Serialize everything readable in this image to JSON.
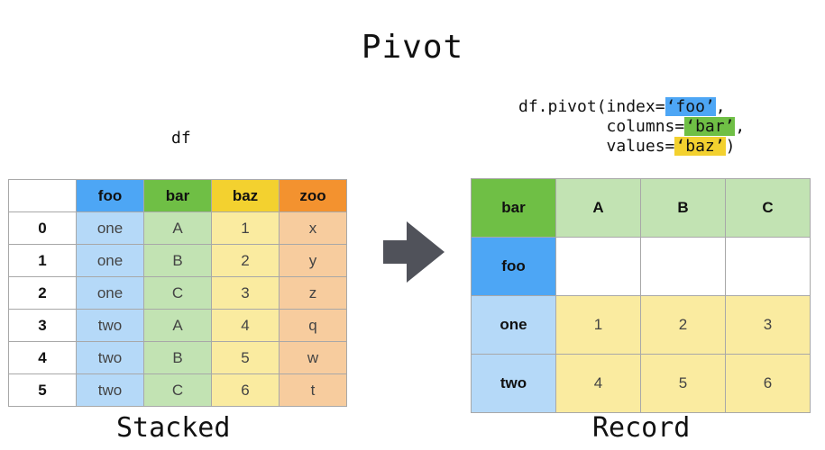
{
  "title": "Pivot",
  "df_label": "df",
  "code": {
    "line1_prefix": "df.pivot(index=",
    "index_val": "‘foo’",
    "line1_suffix": ",",
    "line2_prefix": "         columns=",
    "columns_val": "‘bar’",
    "line2_suffix": ",",
    "line3_prefix": "         values=",
    "values_val": "‘baz’",
    "line3_suffix": ")"
  },
  "colors": {
    "foo": "#4da6f5",
    "bar": "#6fbf45",
    "baz": "#f3d12f",
    "zoo": "#f3922f"
  },
  "left_table": {
    "columns": [
      "foo",
      "bar",
      "baz",
      "zoo"
    ],
    "rows": [
      {
        "index": "0",
        "cells": [
          "one",
          "A",
          "1",
          "x"
        ]
      },
      {
        "index": "1",
        "cells": [
          "one",
          "B",
          "2",
          "y"
        ]
      },
      {
        "index": "2",
        "cells": [
          "one",
          "C",
          "3",
          "z"
        ]
      },
      {
        "index": "3",
        "cells": [
          "two",
          "A",
          "4",
          "q"
        ]
      },
      {
        "index": "4",
        "cells": [
          "two",
          "B",
          "5",
          "w"
        ]
      },
      {
        "index": "5",
        "cells": [
          "two",
          "C",
          "6",
          "t"
        ]
      }
    ]
  },
  "left_caption": "Stacked",
  "right_table": {
    "columns_name": "bar",
    "columns": [
      "A",
      "B",
      "C"
    ],
    "index_name": "foo",
    "rows": [
      {
        "index": "one",
        "cells": [
          "1",
          "2",
          "3"
        ]
      },
      {
        "index": "two",
        "cells": [
          "4",
          "5",
          "6"
        ]
      }
    ]
  },
  "right_caption": "Record",
  "arrow_icon": "right-arrow-icon"
}
